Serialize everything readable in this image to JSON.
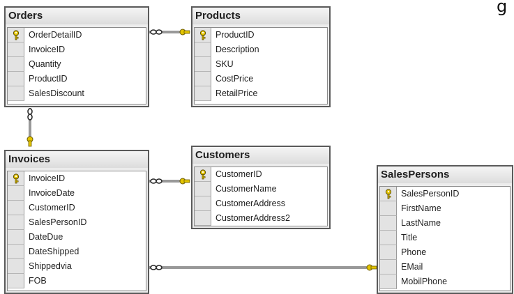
{
  "diagram": {
    "stray_text": "g",
    "tables": {
      "orders": {
        "title": "Orders",
        "columns": [
          {
            "name": "OrderDetailID",
            "primary_key": true
          },
          {
            "name": "InvoiceID",
            "primary_key": false
          },
          {
            "name": "Quantity",
            "primary_key": false
          },
          {
            "name": "ProductID",
            "primary_key": false
          },
          {
            "name": "SalesDiscount",
            "primary_key": false
          }
        ]
      },
      "products": {
        "title": "Products",
        "columns": [
          {
            "name": "ProductID",
            "primary_key": true
          },
          {
            "name": "Description",
            "primary_key": false
          },
          {
            "name": "SKU",
            "primary_key": false
          },
          {
            "name": "CostPrice",
            "primary_key": false
          },
          {
            "name": "RetailPrice",
            "primary_key": false
          }
        ]
      },
      "invoices": {
        "title": "Invoices",
        "columns": [
          {
            "name": "InvoiceID",
            "primary_key": true
          },
          {
            "name": "InvoiceDate",
            "primary_key": false
          },
          {
            "name": "CustomerID",
            "primary_key": false
          },
          {
            "name": "SalesPersonID",
            "primary_key": false
          },
          {
            "name": "DateDue",
            "primary_key": false
          },
          {
            "name": "DateShipped",
            "primary_key": false
          },
          {
            "name": "Shippedvia",
            "primary_key": false
          },
          {
            "name": "FOB",
            "primary_key": false
          }
        ]
      },
      "customers": {
        "title": "Customers",
        "columns": [
          {
            "name": "CustomerID",
            "primary_key": true
          },
          {
            "name": "CustomerName",
            "primary_key": false
          },
          {
            "name": "CustomerAddress",
            "primary_key": false
          },
          {
            "name": "CustomerAddress2",
            "primary_key": false
          }
        ]
      },
      "salespersons": {
        "title": "SalesPersons",
        "columns": [
          {
            "name": "SalesPersonID",
            "primary_key": true
          },
          {
            "name": "FirstName",
            "primary_key": false
          },
          {
            "name": "LastName",
            "primary_key": false
          },
          {
            "name": "Title",
            "primary_key": false
          },
          {
            "name": "Phone",
            "primary_key": false
          },
          {
            "name": "EMail",
            "primary_key": false
          },
          {
            "name": "MobilPhone",
            "primary_key": false
          }
        ]
      }
    },
    "relationships": [
      {
        "from": "orders",
        "to": "products",
        "many_end": "orders",
        "one_end": "products"
      },
      {
        "from": "orders",
        "to": "invoices",
        "many_end": "orders",
        "one_end": "invoices"
      },
      {
        "from": "invoices",
        "to": "customers",
        "many_end": "invoices",
        "one_end": "customers"
      },
      {
        "from": "invoices",
        "to": "salespersons",
        "many_end": "invoices",
        "one_end": "salespersons"
      }
    ],
    "colors": {
      "key_icon": "#e3c400",
      "connector": "#333333",
      "title_bar": "#dcdcdc"
    }
  }
}
